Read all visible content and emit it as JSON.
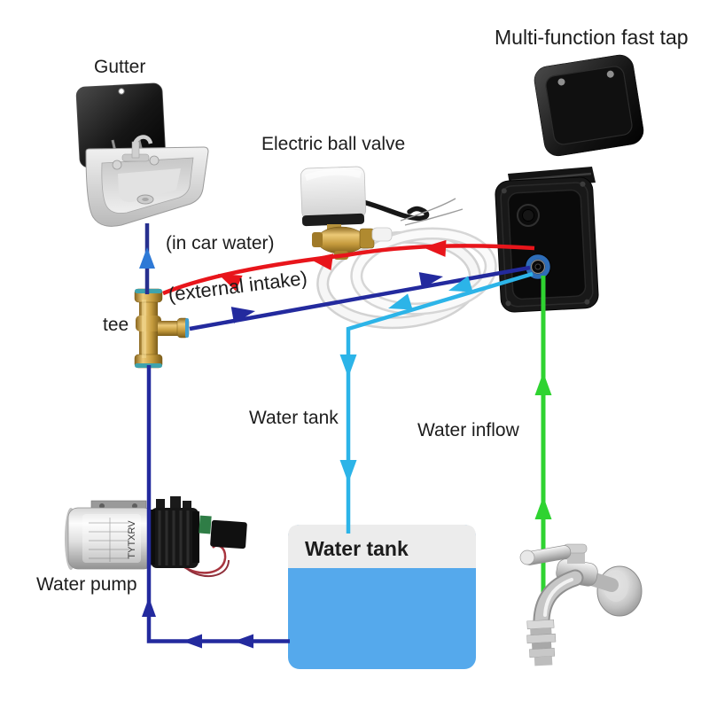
{
  "diagram": {
    "labels": {
      "gutter": "Gutter",
      "electric_ball_valve": "Electric ball valve",
      "fast_tap": "Multi-function fast tap",
      "in_car_water": "(in car water)",
      "external_intake": "(external intake)",
      "tee": "tee",
      "water_tank_flow": "Water tank",
      "water_inflow": "Water inflow",
      "water_pump": "Water pump",
      "tank_title": "Water tank",
      "pump_brand": "TYTXRV"
    },
    "flows": [
      {
        "name": "in-car-water",
        "color_key": "red",
        "from": "multi-function fast tap",
        "to": "tee",
        "direction": "right-to-left"
      },
      {
        "name": "external-intake",
        "color_key": "navy",
        "from": "tee",
        "to": "multi-function fast tap",
        "direction": "left-to-right"
      },
      {
        "name": "to-water-tank",
        "color_key": "cyan",
        "from": "multi-function fast tap",
        "to": "water tank",
        "direction": "down"
      },
      {
        "name": "water-inflow",
        "color_key": "green",
        "from": "outdoor tap",
        "to": "multi-function fast tap",
        "direction": "up"
      },
      {
        "name": "tank-to-pump-to-tee",
        "color_key": "navy",
        "from": "water tank",
        "to": "tee via water pump",
        "direction": "left-then-up"
      },
      {
        "name": "tee-to-sink",
        "color_key": "blue-line",
        "from": "tee",
        "to": "gutter sink",
        "direction": "up"
      }
    ]
  },
  "colors": {
    "red": "#e8151b",
    "navy": "#232a9e",
    "blue-line": "#27308f",
    "blue-arrow": "#2e79d6",
    "cyan": "#2cb4e8",
    "green": "#2fd331",
    "tank-body": "#55a9ec",
    "tank-header": "#ececec",
    "text": "#1c1c1c",
    "brass": "#c09a3e"
  }
}
